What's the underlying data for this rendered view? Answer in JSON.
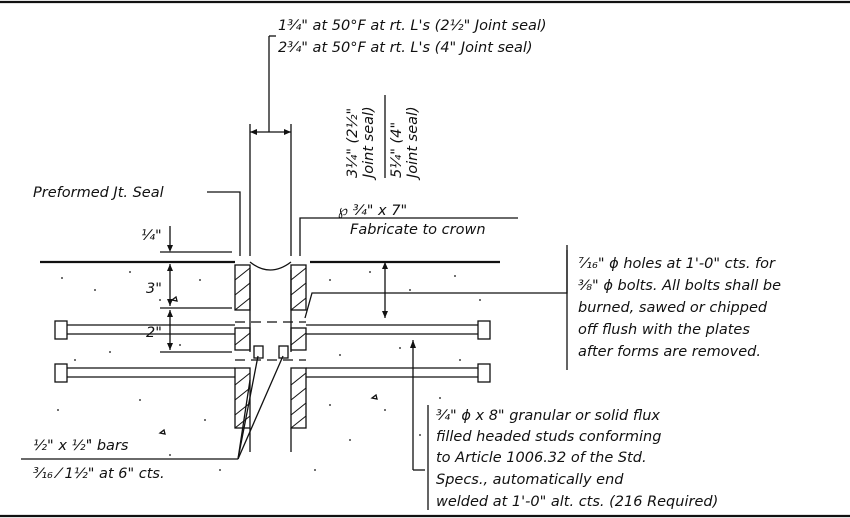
{
  "labels": {
    "gap_line1": "1¾\" at 50°F at rt. L's (2½\" Joint seal)",
    "gap_line2": "2¾\" at 50°F at rt. L's (4\" Joint seal)",
    "vert_a1": "3¼\" (2½\"",
    "vert_a2": "Joint seal)",
    "vert_b1": "5¼\" (4\"",
    "vert_b2": "Joint seal)",
    "preformed_seal": "Preformed Jt. Seal",
    "plate_size": "℘ ¾\" x 7\"",
    "fabricate": "Fabricate to crown",
    "dim_quarter": "¼\"",
    "dim_3in": "3\"",
    "dim_2in": "2\"",
    "holes_note": [
      "⁷⁄₁₆\" ϕ holes at 1'-0\" cts. for",
      "⅜\" ϕ bolts.  All bolts shall be",
      "burned, sawed or chipped",
      "off flush with the plates",
      "after forms are removed."
    ],
    "studs_note": [
      "¾\" ϕ x 8\" granular or solid flux",
      "filled headed studs conforming",
      "to Article 1006.32 of the Std.",
      "Specs., automatically end",
      "welded at 1'-0\" alt. cts. (216 Required)"
    ],
    "bars": "½\" x ½\" bars",
    "weld": "³⁄₁₆ ⁄ 1½\" at 6\" cts."
  }
}
